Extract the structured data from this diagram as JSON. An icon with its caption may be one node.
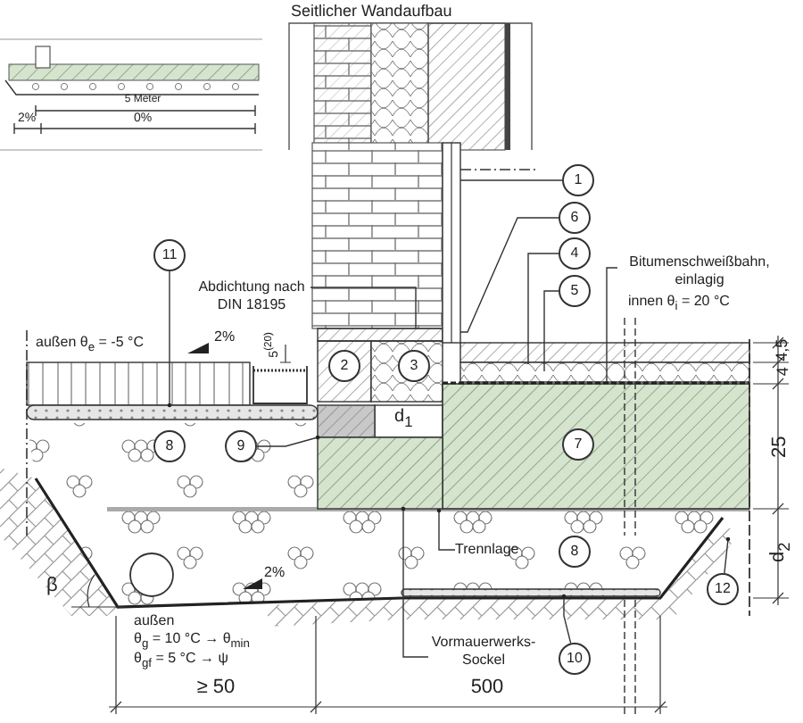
{
  "diagram": {
    "nodes": [
      {
        "text": [
          "1"
        ]
      },
      {
        "text": [
          "6"
        ]
      },
      {
        "text": [
          "4"
        ]
      },
      {
        "text": [
          "5"
        ]
      },
      {
        "text": [
          "Abdichtung nach DIN 18195"
        ]
      },
      {
        "text": [
          "Bitumenschweißbahn, einlagig"
        ]
      },
      {
        "text": [
          "11"
        ]
      },
      {
        "text": [
          "2"
        ]
      },
      {
        "text": [
          "3"
        ]
      },
      {
        "text": [
          "9"
        ]
      },
      {
        "text": [
          "8"
        ]
      },
      {
        "text": [
          "7"
        ]
      },
      {
        "text": [
          "Trennlage"
        ]
      },
      {
        "text": [
          "8"
        ]
      },
      {
        "text": [
          "12"
        ]
      },
      {
        "text": [
          "Vormauerwerks-Sockel"
        ]
      },
      {
        "text": [
          "10"
        ]
      },
      {
        "text": [],
        "shape": "box"
      },
      {
        "text": [],
        "shape": "bar"
      },
      {
        "text": [],
        "shape": "box"
      },
      {
        "text": [],
        "shape": "box"
      },
      {
        "text": [],
        "shape": "bar"
      },
      {
        "text": [],
        "shape": "box"
      }
    ],
    "edges": [
      {
        "from": 0,
        "to": 22,
        "arrow": "none"
      },
      {
        "from": 1,
        "to": 22,
        "arrow": "none"
      },
      {
        "from": 2,
        "to": null,
        "arrow": "none"
      },
      {
        "from": 3,
        "to": null,
        "arrow": "none"
      },
      {
        "from": 4,
        "to": 17,
        "arrow": "none"
      },
      {
        "from": 5,
        "to": null,
        "arrow": "none"
      },
      {
        "from": 6,
        "to": 18,
        "arrow": "other"
      },
      {
        "from": 9,
        "to": 19,
        "arrow": "other"
      },
      {
        "from": 12,
        "to": null,
        "arrow": "other"
      },
      {
        "from": 14,
        "to": null,
        "arrow": "other"
      },
      {
        "from": 15,
        "to": 20,
        "arrow": "other"
      },
      {
        "from": 16,
        "to": 21,
        "arrow": "other"
      }
    ],
    "labels": [
      "Seitlicher Wandaufbau",
      "5 Meter",
      "2%",
      "0%",
      "außen   θ$_{e}$ =  -5 °C",
      "2%",
      "5$^{(20)}$",
      "d$_{1}$",
      "innen   θ$_{i}$ =  20 °C",
      "4,5",
      "4",
      "25",
      "d$_{2}$",
      "β",
      "2%",
      "außen",
      "θ$_{g}$  = 10 °C → θ$_{min}$",
      "θ$_{gf}$ =   5 °C → ψ",
      "≥ 50",
      "500"
    ]
  }
}
